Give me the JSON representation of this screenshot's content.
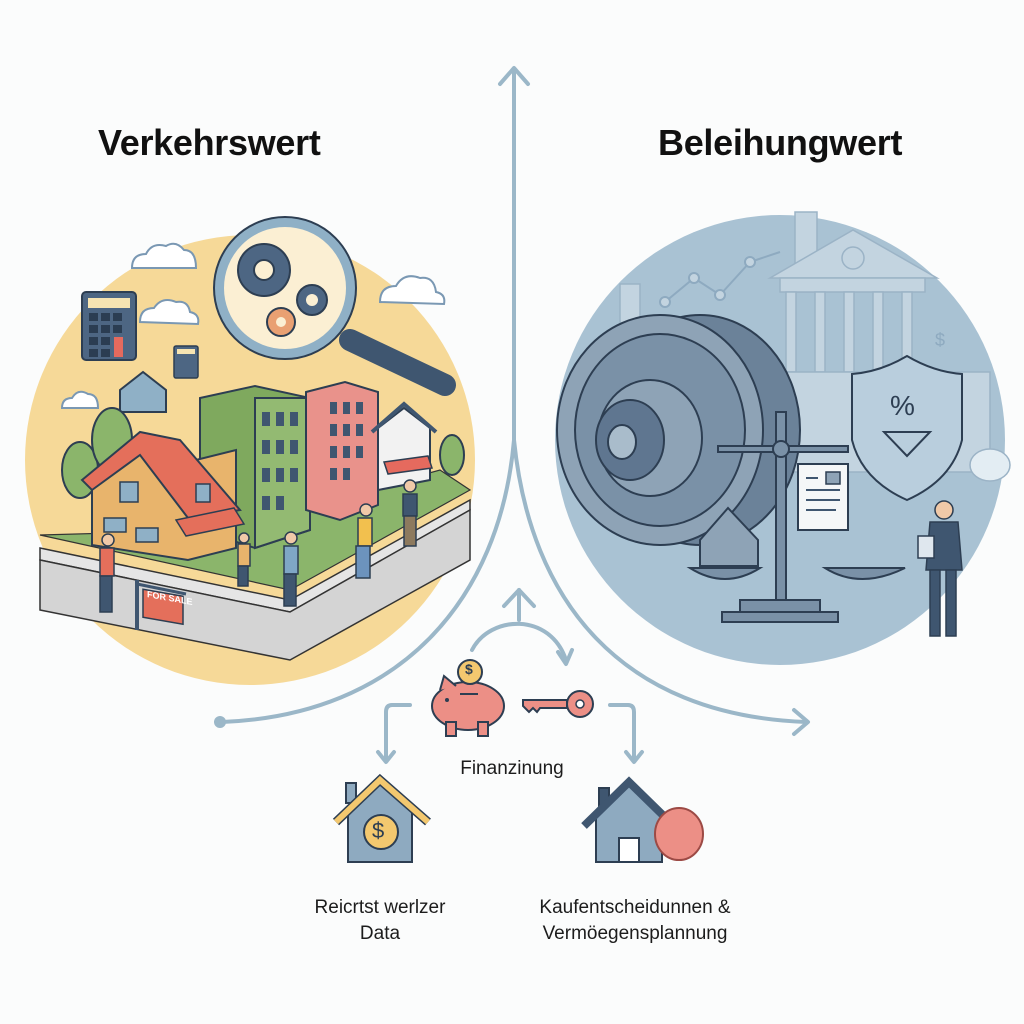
{
  "left_panel": {
    "title": "Verkehrswert",
    "background_color": "#f6d998",
    "sign_text": "FOR SALE",
    "elements": [
      "calculator-icon",
      "magnifier-with-gears",
      "house",
      "apartment-buildings",
      "people-walking",
      "for-sale-sign",
      "clouds",
      "trees"
    ]
  },
  "right_panel": {
    "title": "Beleihungwert",
    "background_color": "#a9c2d3",
    "shield_symbol": "%",
    "bg_symbol": "$",
    "elements": [
      "bank-vault-door",
      "bank-building",
      "balance-scale",
      "document",
      "shield-percent",
      "businessman",
      "line-chart"
    ]
  },
  "center": {
    "label": "Finanzinung",
    "icons": [
      "piggy-bank-icon",
      "key-icon"
    ],
    "coin_symbol": "$"
  },
  "bottom_left": {
    "label_line1": "Reicrtst werlzer",
    "label_line2": "Data",
    "icon": "house-dollar-icon",
    "symbol": "$"
  },
  "bottom_right": {
    "label_line1": "Kaufentscheidunnen &",
    "label_line2": "Vermöegensplannung",
    "icon": "house-brain-icon"
  },
  "colors": {
    "arrow": "#9bb7c8",
    "slate": "#3f5670",
    "coral": "#ec8f86",
    "gold": "#f3c86f"
  }
}
